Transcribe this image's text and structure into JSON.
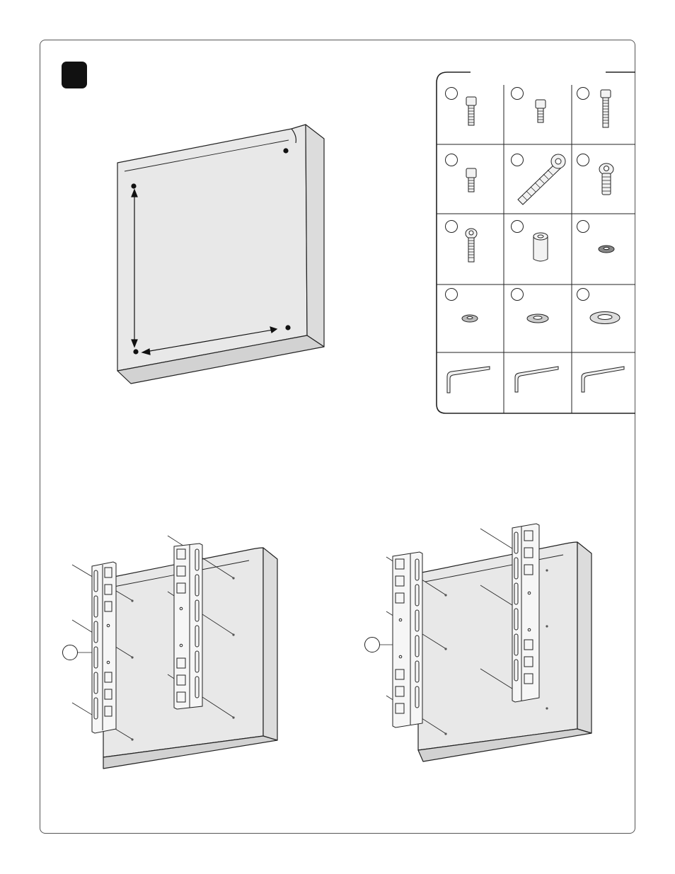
{
  "page": {
    "step_number": "",
    "hardware_panel": {
      "rows": [
        [
          {
            "icon": "short-socket-cap-screw",
            "label": ""
          },
          {
            "icon": "small-socket-cap-screw",
            "label": ""
          },
          {
            "icon": "long-socket-cap-screw",
            "label": ""
          }
        ],
        [
          {
            "icon": "socket-cap-screw",
            "label": ""
          },
          {
            "icon": "long-button-head-bolt",
            "label": ""
          },
          {
            "icon": "button-head-screw",
            "label": ""
          }
        ],
        [
          {
            "icon": "button-head-screw-long",
            "label": ""
          },
          {
            "icon": "spacer",
            "label": ""
          },
          {
            "icon": "lock-washer",
            "label": ""
          }
        ],
        [
          {
            "icon": "small-washer",
            "label": ""
          },
          {
            "icon": "medium-washer",
            "label": ""
          },
          {
            "icon": "large-washer",
            "label": ""
          }
        ],
        [
          {
            "icon": "hex-key",
            "label": ""
          },
          {
            "icon": "hex-key",
            "label": ""
          },
          {
            "icon": "hex-key",
            "label": ""
          }
        ]
      ]
    },
    "colors": {
      "panel_face": "#e8e8e8",
      "panel_edge": "#d2d2d2",
      "line": "#222222",
      "bracket": "#f6f6f6",
      "marker": "#111111"
    }
  }
}
